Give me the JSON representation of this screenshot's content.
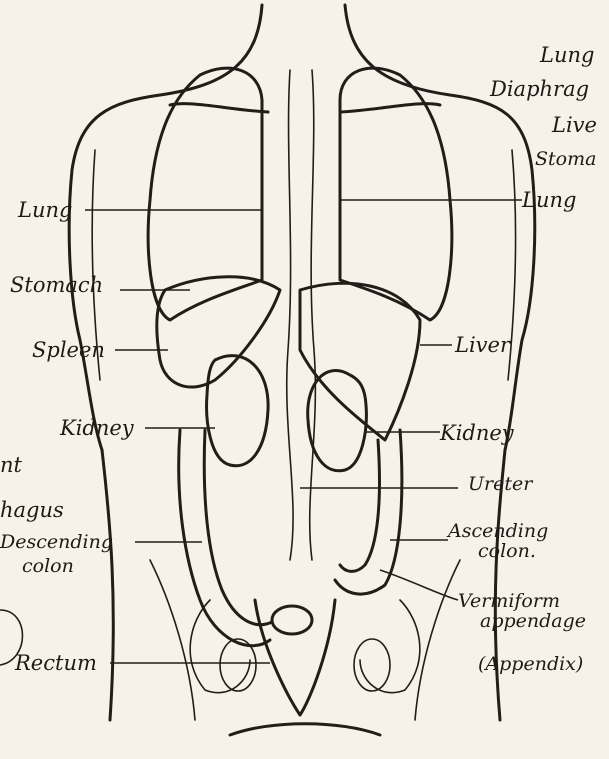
{
  "labels_left": {
    "lung": "Lung",
    "stomach": "Stomach",
    "spleen": "Spleen",
    "kidney": "Kidney",
    "descending_1": "Descending",
    "descending_2": "colon",
    "rectum": "Rectum",
    "cut_nt": "nt",
    "cut_hagus": "hagus"
  },
  "labels_right": {
    "lung": "Lung",
    "liver": "Liver",
    "kidney": "Kidney",
    "ureter": "Ureter",
    "ascending_1": "Ascending",
    "ascending_2": "colon.",
    "vermiform_1": "Vermiform",
    "vermiform_2": "appendage",
    "appendix": "(Appendix)"
  },
  "labels_top_right": {
    "lung": "Lung",
    "diaphragm": "Diaphrag",
    "liver": "Live",
    "stomach": "Stoma"
  },
  "colors": {
    "ink": "#221d18",
    "paper": "#f6f2ea"
  }
}
